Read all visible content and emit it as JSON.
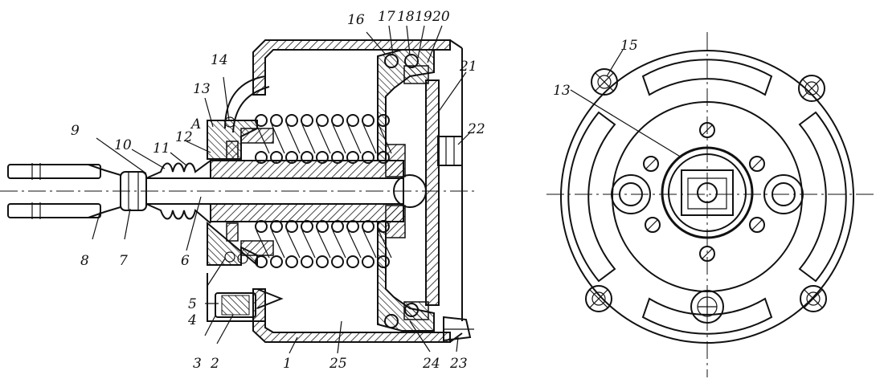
{
  "section_view": {
    "callouts": [
      "1",
      "2",
      "3",
      "4",
      "5",
      "6",
      "7",
      "8",
      "9",
      "10",
      "11",
      "12",
      "13",
      "14",
      "16",
      "17",
      "18",
      "19",
      "20",
      "21",
      "22",
      "23",
      "24",
      "25",
      "A"
    ]
  },
  "front_view": {
    "callouts": [
      "15",
      "13"
    ]
  }
}
